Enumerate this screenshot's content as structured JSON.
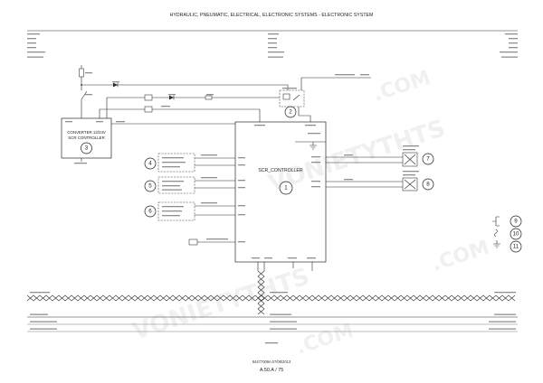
{
  "header": {
    "title": "HYDRAULIC, PNEUMATIC, ELECTRICAL, ELECTRONIC SYSTEMS - ELECTRONIC SYSTEM"
  },
  "components": {
    "converter": {
      "line1": "CONVERTER 12/24V",
      "line2": "SCR CONTROLLER"
    },
    "controller": {
      "label": "SCR_CONTROLLER"
    }
  },
  "callouts": [
    "1",
    "2",
    "3",
    "4",
    "5",
    "6",
    "7",
    "8",
    "9",
    "10",
    "11"
  ],
  "footer": {
    "doc_code": "84477009A 07/08/2013",
    "page_ref": "A.50.A / 75"
  },
  "watermark": {
    "text": "VONIETYTHTS",
    "domain": ".COM"
  }
}
